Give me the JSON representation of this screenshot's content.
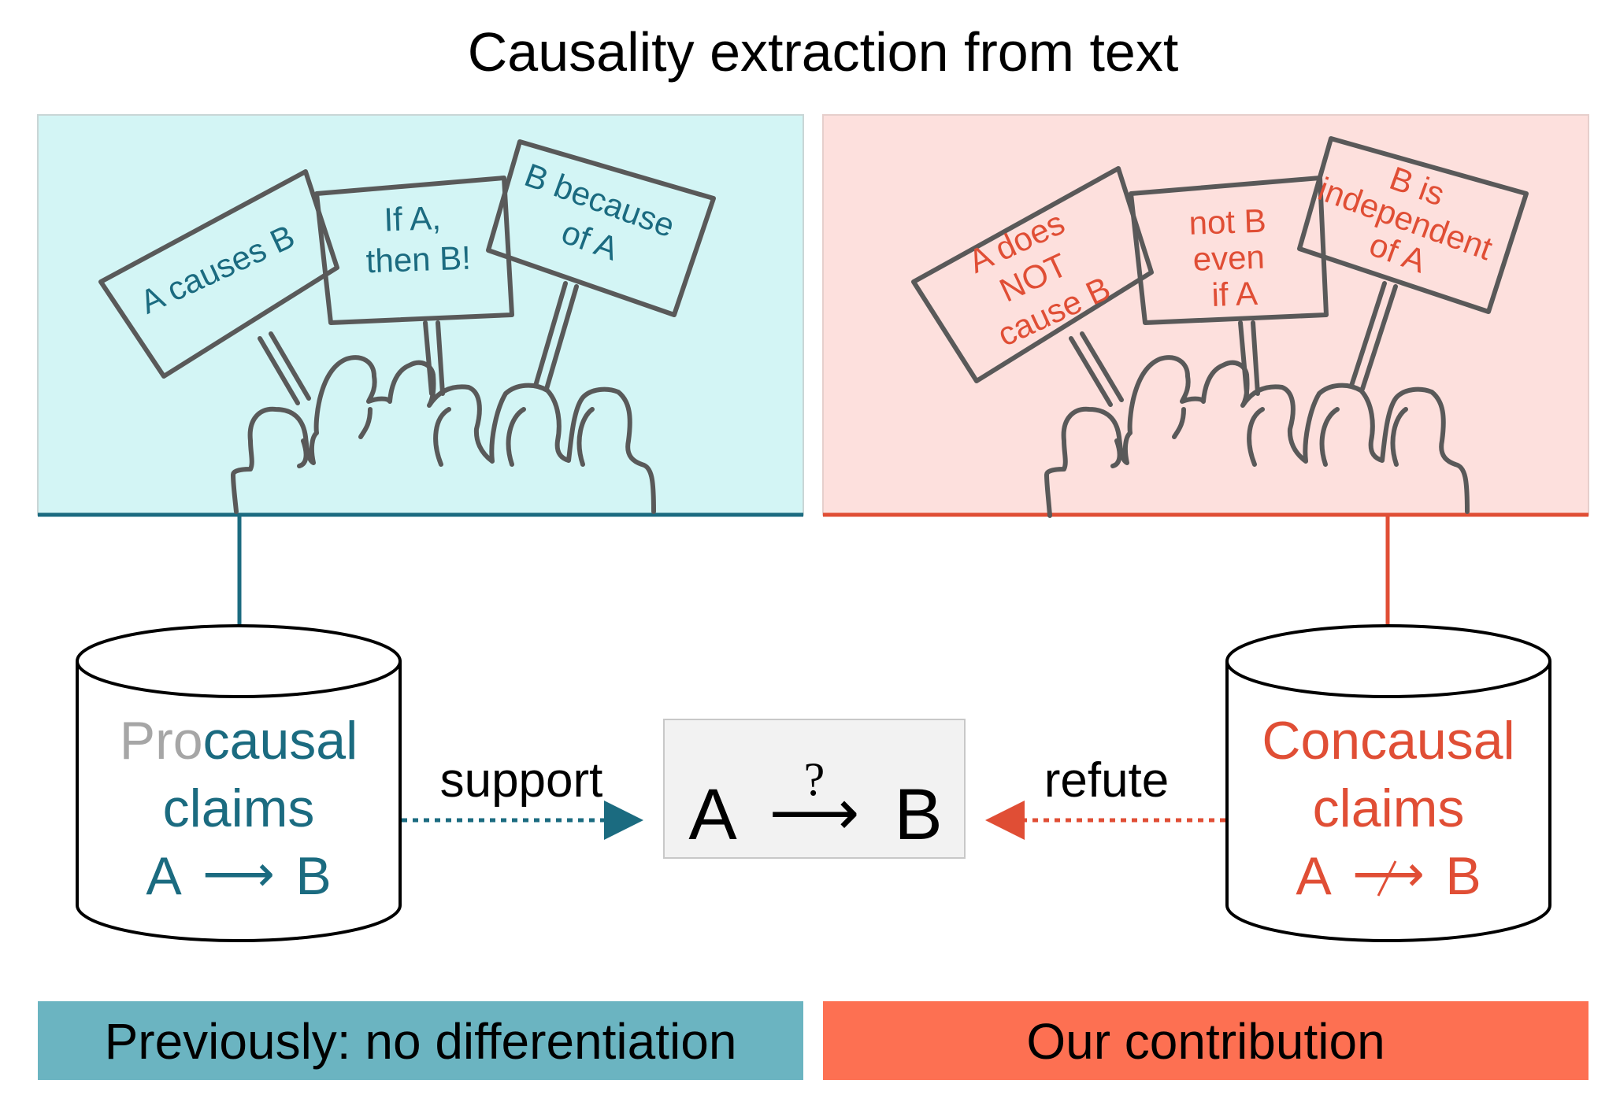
{
  "title": "Causality extraction from text",
  "colors": {
    "teal": "#1b6b80",
    "teal_panel": "#d3f5f5",
    "teal_banner": "#6bb4c1",
    "red": "#e04e35",
    "red_panel": "#fde0dd",
    "red_banner": "#fd7052",
    "sketch": "#595959",
    "center_box": "#f2f2f2",
    "gray_prefix": "#a6a6a6"
  },
  "left_panel": {
    "signs": [
      {
        "lines": [
          "A causes B"
        ]
      },
      {
        "lines": [
          "If A,",
          "then B!"
        ]
      },
      {
        "lines": [
          "B because",
          "of A"
        ]
      }
    ]
  },
  "right_panel": {
    "signs": [
      {
        "lines": [
          "A does",
          "NOT",
          "cause B"
        ]
      },
      {
        "lines": [
          "not B",
          "even",
          "if A"
        ]
      },
      {
        "lines": [
          "B is",
          "independent",
          "of A"
        ]
      }
    ]
  },
  "left_db": {
    "prefix": "Pro",
    "word": "causal",
    "line2": "claims",
    "formula": {
      "a": "A",
      "arrow": "⟶",
      "b": "B"
    }
  },
  "right_db": {
    "line1": "Concausal",
    "line2": "claims",
    "formula": {
      "a": "A",
      "arrow": "⟶",
      "b": "B"
    }
  },
  "center": {
    "a": "A",
    "q": "?",
    "arrow": "⟶",
    "b": "B"
  },
  "support_label": "support",
  "refute_label": "refute",
  "banner_left": "Previously: no differentiation",
  "banner_right": "Our contribution"
}
